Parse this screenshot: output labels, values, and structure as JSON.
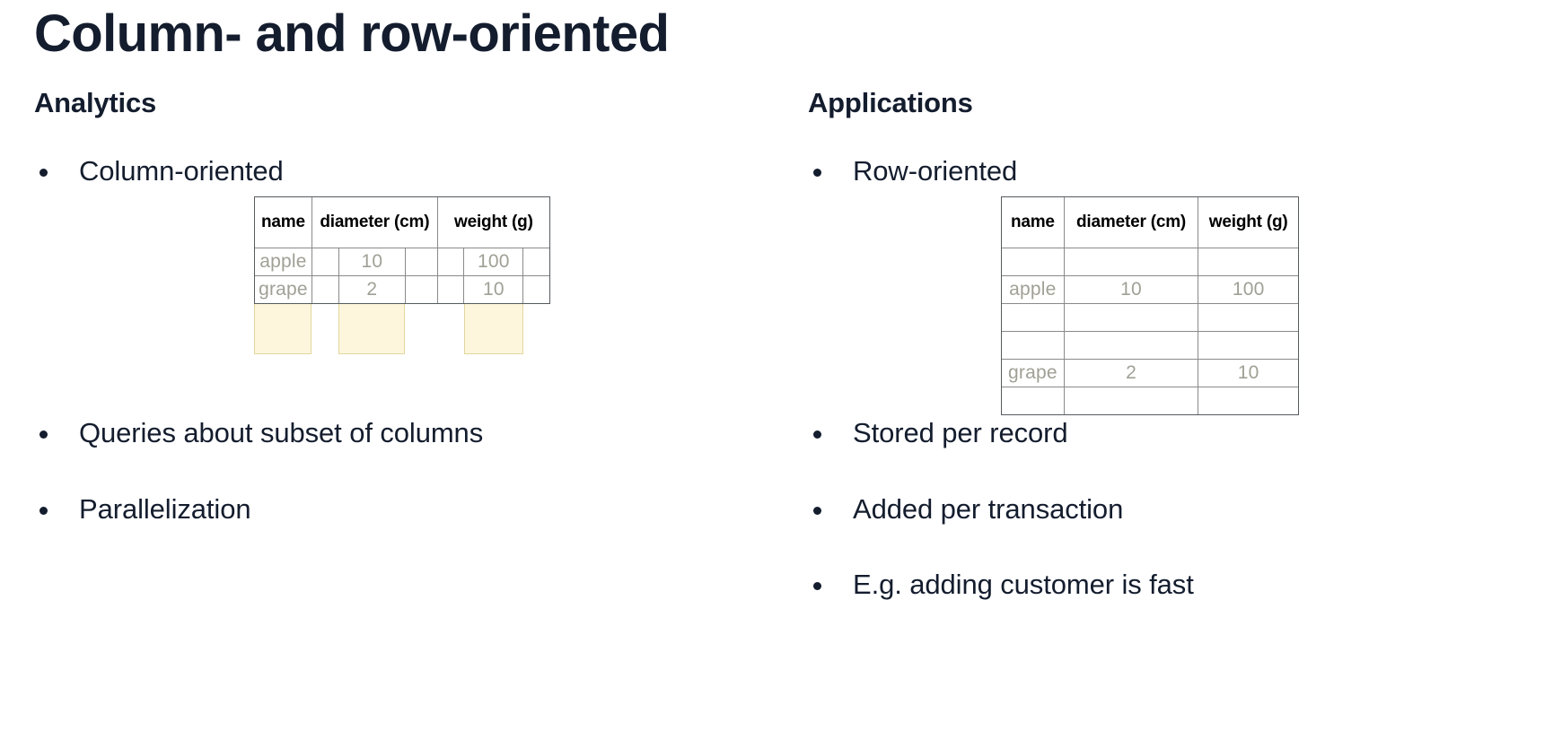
{
  "slide": {
    "title": "Column- and row-oriented",
    "accent_text_color": "#141d2e",
    "background_color": "#ffffff"
  },
  "left_column": {
    "heading": "Analytics",
    "bullets": [
      {
        "label": "Column-oriented"
      },
      {
        "label": "Queries about subset of columns"
      },
      {
        "label": "Parallelization"
      }
    ],
    "table": {
      "orientation": "column-oriented",
      "highlight_color": "#fdf6dd",
      "highlight_border_color": "#e2d79e",
      "columns": [
        "name",
        "diameter (cm)",
        "weight (g)"
      ],
      "rows": [
        {
          "name": "apple",
          "diameter (cm)": "10",
          "weight (g)": "100"
        },
        {
          "name": "grape",
          "diameter (cm)": "2",
          "weight (g)": "10"
        }
      ]
    }
  },
  "right_column": {
    "heading": "Applications",
    "bullets": [
      {
        "label": "Row-oriented"
      },
      {
        "label": "Stored per record"
      },
      {
        "label": "Added per transaction"
      },
      {
        "label": "E.g. adding customer is fast"
      }
    ],
    "table": {
      "orientation": "row-oriented",
      "highlight_color": "#e7f1e0",
      "highlight_border_color": "#b9d4ab",
      "columns": [
        "name",
        "diameter (cm)",
        "weight (g)"
      ],
      "rows": [
        {
          "name": "apple",
          "diameter (cm)": "10",
          "weight (g)": "100"
        },
        {
          "name": "grape",
          "diameter (cm)": "2",
          "weight (g)": "10"
        }
      ]
    }
  }
}
